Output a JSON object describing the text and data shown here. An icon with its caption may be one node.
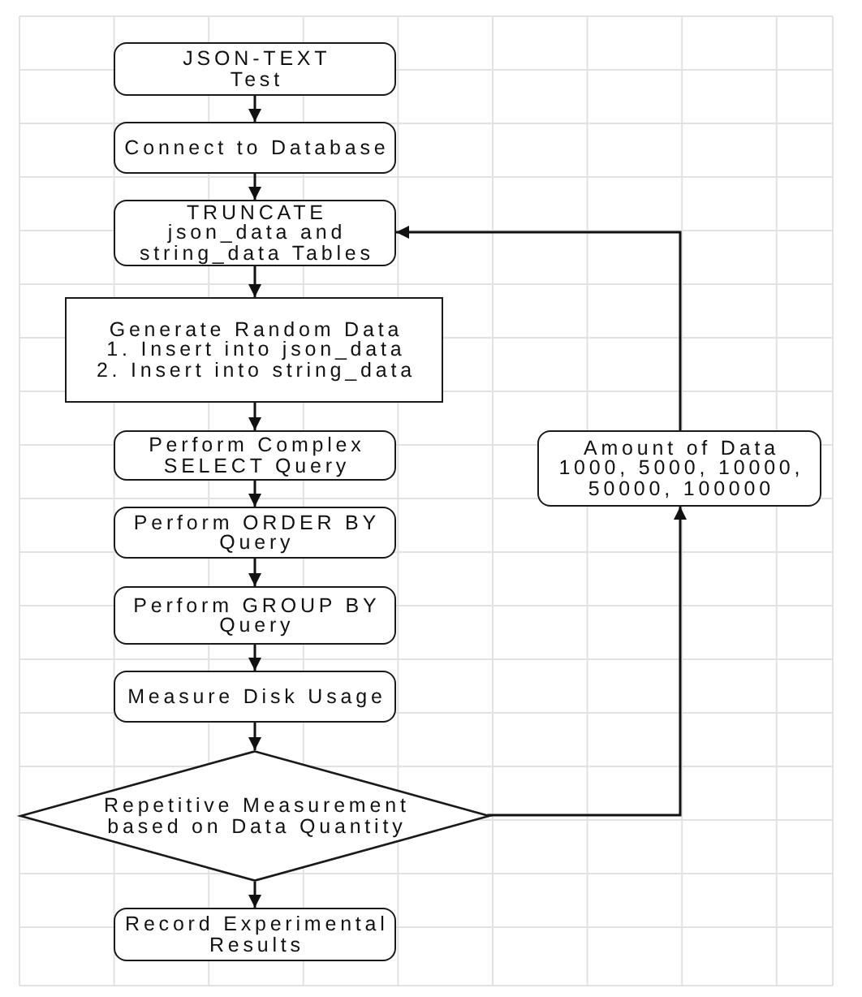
{
  "diagram": {
    "nodes": [
      {
        "text": [
          "JSON-TEXT Test"
        ]
      },
      {
        "text": [
          "Connect to Database"
        ]
      },
      {
        "text": [
          "TRUNCATE json_data and string_data Tables"
        ]
      },
      {
        "text": [
          "Generate Random Data",
          "1. Insert into json_data",
          "2. Insert into string_data"
        ]
      },
      {
        "text": [
          "Perform Complex SELECT Query"
        ]
      },
      {
        "text": [
          "Perform ORDER BY Query"
        ]
      },
      {
        "text": [
          "Perform GROUP BY Query"
        ]
      },
      {
        "text": [
          "Measure Disk Usage"
        ]
      },
      {
        "text": [
          "Repetitive Measurement based on Data Quantity"
        ]
      },
      {
        "text": [
          "Record Experimental Results"
        ]
      },
      {
        "text": [
          "Amount of Data",
          "1000, 5000, 10000, 50000, 100000"
        ]
      }
    ],
    "edges": [
      {
        "from": 0,
        "to": 1,
        "arrow": "to"
      },
      {
        "from": 1,
        "to": 2,
        "arrow": "to"
      },
      {
        "from": 2,
        "to": 3,
        "arrow": "to"
      },
      {
        "from": 3,
        "to": 4,
        "arrow": "to"
      },
      {
        "from": 4,
        "to": 5,
        "arrow": "to"
      },
      {
        "from": 5,
        "to": 6,
        "arrow": "to"
      },
      {
        "from": 6,
        "to": 7,
        "arrow": "to"
      },
      {
        "from": 7,
        "to": 8,
        "arrow": "to"
      },
      {
        "from": 8,
        "to": 9,
        "arrow": "to"
      },
      {
        "from": 8,
        "to": 10,
        "arrow": "to"
      },
      {
        "from": 10,
        "to": 2,
        "arrow": "to"
      }
    ]
  }
}
